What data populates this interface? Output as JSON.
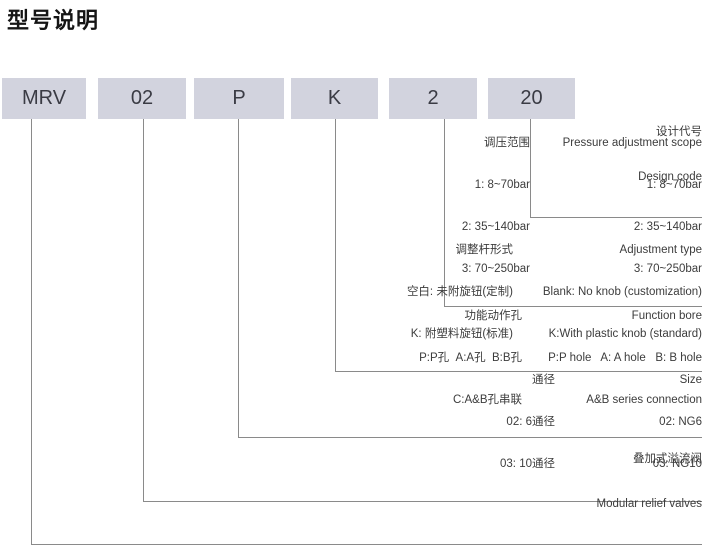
{
  "page": {
    "title": "型号说明"
  },
  "colors": {
    "box_fill": "#d2d3de",
    "box_text": "#3a3b44",
    "line": "#8a8a8a",
    "label_text": "#3c3c3c",
    "background": "#ffffff"
  },
  "model_code": {
    "segments": [
      "MRV",
      "02",
      "P",
      "K",
      "2",
      "20"
    ]
  },
  "sections": {
    "design_code": {
      "cn": "设计代号",
      "en": "Design code"
    },
    "pressure": {
      "rows": [
        {
          "cn": "调压范围",
          "en": "Pressure adjustment scope"
        },
        {
          "cn": "1: 8~70bar",
          "en": "1: 8~70bar"
        },
        {
          "cn": "2: 35~140bar",
          "en": "2: 35~140bar"
        },
        {
          "cn": "3: 70~250bar",
          "en": "3: 70~250bar"
        }
      ]
    },
    "adjustment_type": {
      "rows": [
        {
          "cn": "调整杆形式",
          "en": "Adjustment type"
        },
        {
          "cn": "空白: 未附旋钮(定制)",
          "en": "Blank: No knob (customization)"
        },
        {
          "cn": "K: 附塑料旋钮(标准)",
          "en": "K:With plastic knob (standard)"
        }
      ]
    },
    "function_bore": {
      "rows": [
        {
          "cn": "功能动作孔",
          "en": "Function bore"
        },
        {
          "cn": "P:P孔  A:A孔  B:B孔",
          "en": "P:P hole   A: A hole   B: B hole"
        },
        {
          "cn": "C:A&B孔串联",
          "en": "A&B series connection"
        }
      ]
    },
    "size": {
      "rows": [
        {
          "cn": "通径",
          "en": "Size"
        },
        {
          "cn": "02: 6通径",
          "en": "02: NG6"
        },
        {
          "cn": "03: 10通径",
          "en": "03: NG10"
        }
      ]
    },
    "modular": {
      "cn": "叠加式溢流阀",
      "en": "Modular relief valves"
    }
  }
}
